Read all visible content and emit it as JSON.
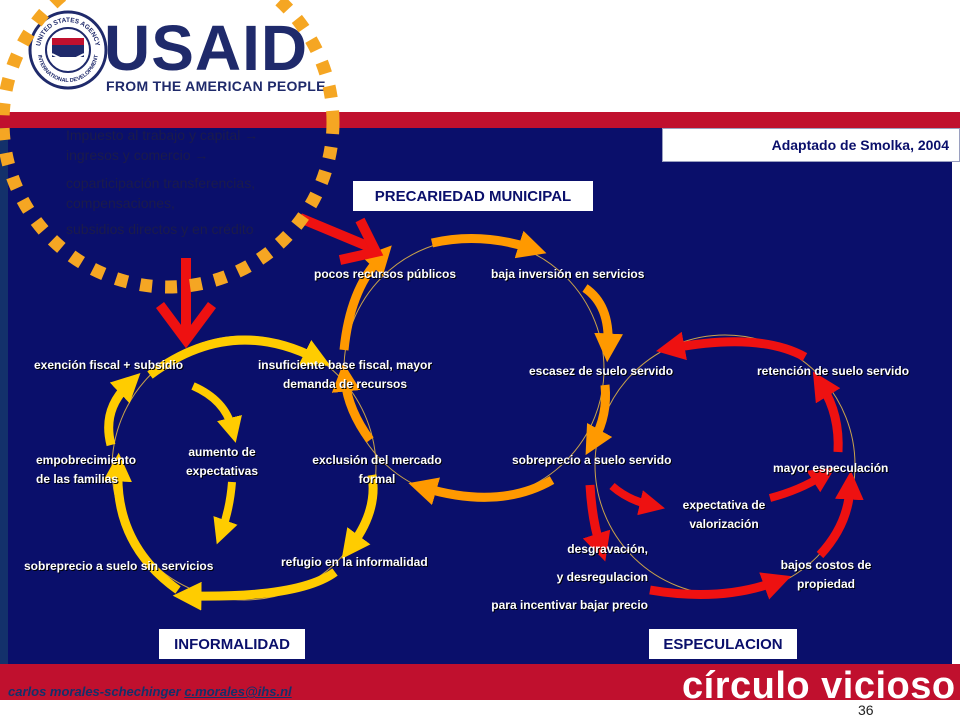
{
  "logo": {
    "wordmark": "USAID",
    "tagline": "FROM THE AMERICAN PEOPLE",
    "seal_top": "UNITED STATES AGENCY",
    "seal_bottom": "INTERNATIONAL DEVELOPMENT"
  },
  "source_box": "Adaptado de Smolka, 2004",
  "section_labels": {
    "precariedad": "PRECARIEDAD MUNICIPAL",
    "informalidad": "INFORMALIDAD",
    "especulacion": "ESPECULACION"
  },
  "tax_notes": [
    "Impuesto al trabajo y capital →",
    "ingresos  y comercio →",
    "coparticipación transferencias,",
    "compensaciones,",
    "subsidios directos y en crédito"
  ],
  "nodes": {
    "pocos_recursos": "pocos recursos públicos",
    "baja_inversion": "baja inversión en servicios",
    "exencion": "exención fiscal + subsidio",
    "insuficiente_1": "insuficiente base fiscal, mayor",
    "insuficiente_2": "demanda de recursos",
    "escasez": "escasez de suelo servido",
    "retencion": "retención de suelo servido",
    "empobrecimiento_1": "empobrecimiento",
    "empobrecimiento_2": "de las familias",
    "aumento_1": "aumento de",
    "aumento_2": "expectativas",
    "exclusion_1": "exclusión del mercado",
    "exclusion_2": "formal",
    "sobreprecio_servido": "sobreprecio a suelo servido",
    "mayor_especulacion": "mayor especulación",
    "expectativa_1": "expectativa de",
    "expectativa_2": "valorización",
    "desgravacion_1": "desgravación,",
    "desgravacion_2": "y desregulacion",
    "desgravacion_3": "para incentivar bajar precio",
    "refugio": "refugio en la informalidad",
    "sobreprecio_sin": "sobreprecio a suelo sin servicios",
    "bajos_costos_1": "bajos costos de",
    "bajos_costos_2": "propiedad"
  },
  "colors": {
    "panel": "#0a0f6b",
    "banner_red": "#c0102e",
    "yellow": "#ffcc00",
    "orange": "#ff9900",
    "red": "#ee1111",
    "dotted_circle": "#f5a623"
  },
  "footer": {
    "author": "carlos morales-schechinger ",
    "email": "c.morales@ihs.nl",
    "title": "círculo vicioso",
    "page_number": "36"
  }
}
